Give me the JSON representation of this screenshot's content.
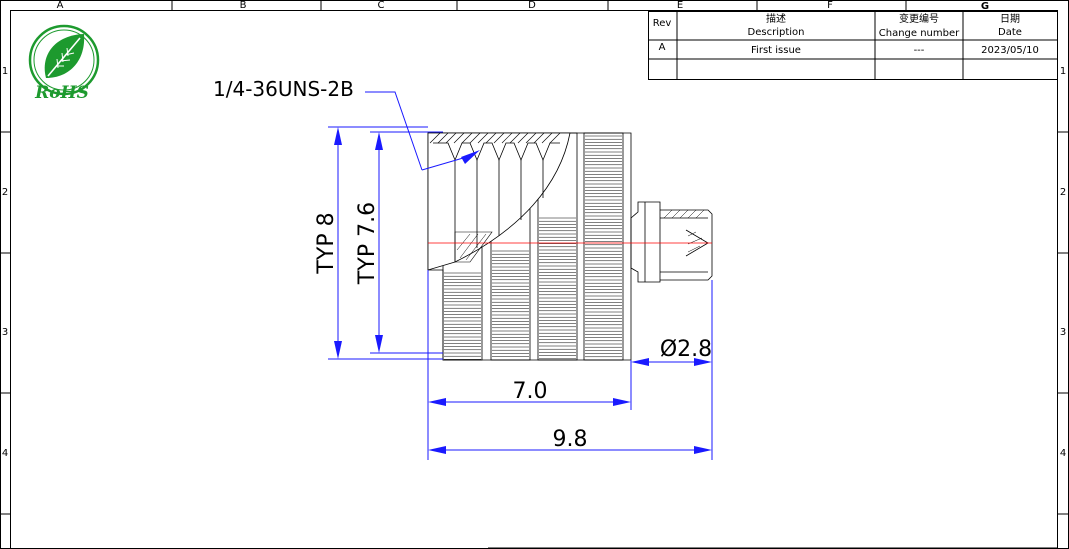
{
  "grid": {
    "columns": [
      "A",
      "B",
      "C",
      "D",
      "E",
      "F",
      "G"
    ],
    "rows": [
      "1",
      "2",
      "3",
      "4"
    ]
  },
  "logo": {
    "text": "RoHS",
    "icon": "rohs-leaf-icon",
    "color": "#1d9a2e"
  },
  "revision_table": {
    "headers": {
      "rev": "Rev",
      "description_cn": "描述",
      "description_en": "Description",
      "change_cn": "变更编号",
      "change_en": "Change number",
      "date_cn": "日期",
      "date_en": "Date"
    },
    "rows": [
      {
        "rev": "A",
        "description": "First issue",
        "change": "---",
        "date": "2023/05/10"
      }
    ]
  },
  "annotations": {
    "thread": "1/4-36UNS-2B",
    "typ_8": "TYP 8",
    "typ_7_6": "TYP 7.6",
    "dia_2_8": "Ø2.8",
    "len_7_0": "7.0",
    "len_9_8": "9.8"
  },
  "colors": {
    "dimension": "#1a1aff",
    "centerline": "#ff0000",
    "frame": "#000000"
  }
}
